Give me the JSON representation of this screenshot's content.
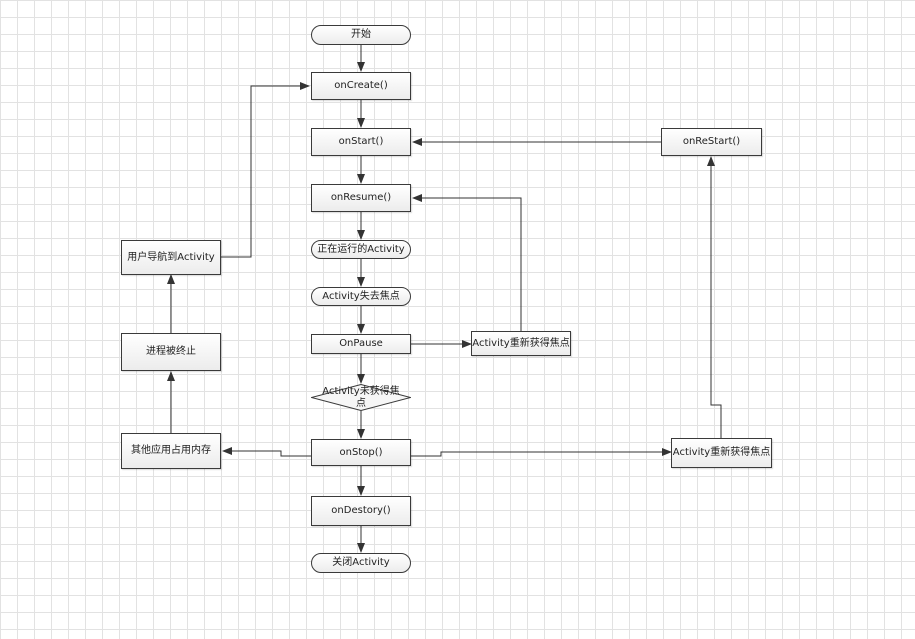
{
  "nodes": {
    "start": "开始",
    "on_create": "onCreate()",
    "on_start": "onStart()",
    "on_resume": "onResume()",
    "running": "正在运行的Activity",
    "lose_focus": "Activity失去焦点",
    "on_pause": "OnPause",
    "regain_focus_1": "Activity重新获得焦点",
    "not_regain_focus": "Activity未获得焦点",
    "on_stop": "onStop()",
    "on_destroy": "onDestory()",
    "close": "关闭Activity",
    "on_restart": "onReStart()",
    "regain_focus_2": "Activity重新获得焦点",
    "user_nav": "用户导航到Activity",
    "process_killed": "进程被终止",
    "other_app_memory": "其他应用占用内存"
  },
  "colors": {
    "line": "#333333",
    "border": "#3a3a3a",
    "grid": "#e2e2e2"
  }
}
